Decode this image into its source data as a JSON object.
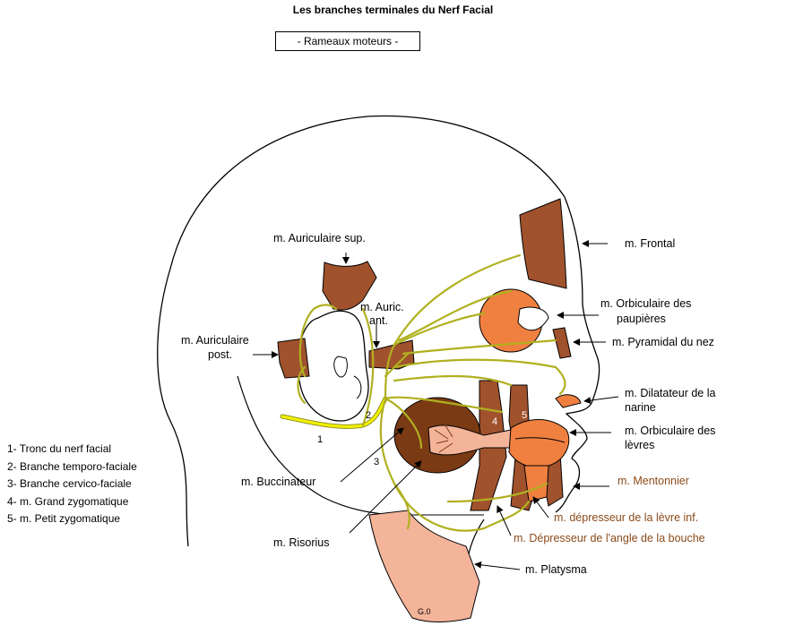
{
  "title": "Les branches terminales du Nerf Facial",
  "subtitle": "- Rameaux moteurs -",
  "labels": {
    "auriculaire_sup": "m. Auriculaire sup.",
    "auric_ant_1": "m. Auric.",
    "auric_ant_2": "ant.",
    "auriculaire_post_1": "m. Auriculaire",
    "auriculaire_post_2": "post.",
    "frontal": "m. Frontal",
    "orbiculaire_paupieres_1": "m. Orbiculaire des",
    "orbiculaire_paupieres_2": "paupières",
    "pyramidal": "m. Pyramidal du nez",
    "dilatateur_1": "m. Dilatateur de la",
    "dilatateur_2": "narine",
    "orbiculaire_levres_1": "m. Orbiculaire des",
    "orbiculaire_levres_2": "lèvres",
    "mentonnier": "m. Mentonnier",
    "depresseur_levre": "m. dépresseur de la lèvre inf.",
    "depresseur_angle": "m. Dépresseur de l'angle de la bouche",
    "buccinateur": "m. Buccinateur",
    "risorius": "m. Risorius",
    "platysma": "m. Platysma"
  },
  "numbers": {
    "n1": "1",
    "n2": "2",
    "n3": "3",
    "n4": "4",
    "n5": "5"
  },
  "legend": [
    "1- Tronc du nerf facial",
    "2- Branche temporo-faciale",
    "3- Branche cervico-faciale",
    "4- m. Grand zygomatique",
    "5- m. Petit zygomatique"
  ],
  "signature": "G.0",
  "colors": {
    "muscle_brown": "#a0522d",
    "muscle_orange": "#f08040",
    "muscle_pink": "#f4b49a",
    "buccinator": "#7a3a14",
    "nerve_yellow": "#f0f000",
    "nerve_outline": "#8a8a20"
  }
}
